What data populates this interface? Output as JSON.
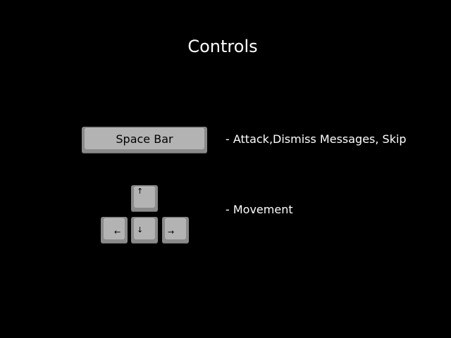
{
  "screen": {
    "title": "Controls"
  },
  "controls": {
    "space_bar": {
      "key_label": "Space Bar",
      "description": "- Attack,Dismiss Messages, Skip"
    },
    "movement": {
      "up_label": "↑",
      "left_label": "←",
      "down_label": "↓",
      "right_label": "→",
      "description": "- Movement"
    }
  },
  "colors": {
    "background": "#000000",
    "text": "#ffffff",
    "key_base": "#8a8a8a",
    "key_cap": "#b3b3b3"
  }
}
